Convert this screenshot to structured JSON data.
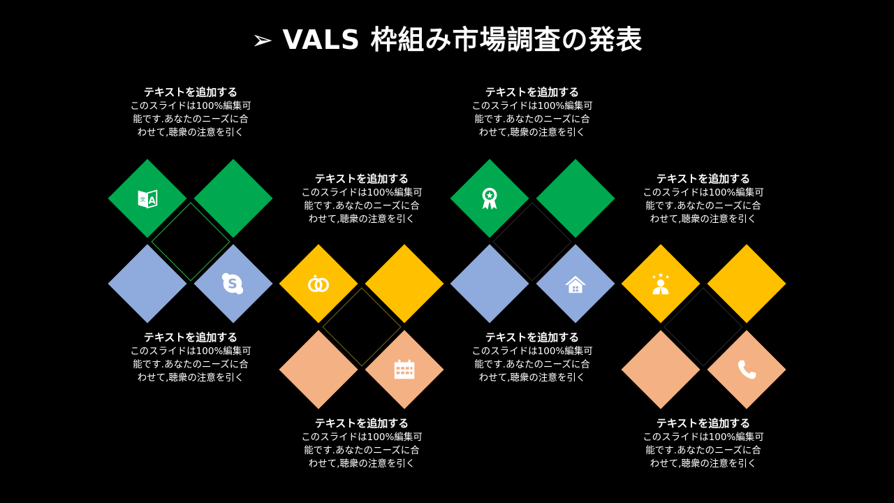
{
  "title": {
    "arrow": "➢",
    "text": "VALS 枠組み市場調査の発表"
  },
  "colors": {
    "green": "#00a84f",
    "blue": "#8faadc",
    "gold": "#ffc000",
    "peach": "#f4b183",
    "background": "#000000"
  },
  "clusters": [
    {
      "top": [
        "green",
        "green"
      ],
      "bottom": [
        "blue",
        "blue"
      ],
      "icons": [
        "translate-icon",
        "skype-icon"
      ]
    },
    {
      "top": [
        "gold",
        "gold"
      ],
      "bottom": [
        "peach",
        "peach"
      ],
      "icons": [
        "rings-icon",
        "calendar-icon"
      ]
    },
    {
      "top": [
        "green",
        "green"
      ],
      "bottom": [
        "blue",
        "blue"
      ],
      "icons": [
        "award-icon",
        "home-icon"
      ]
    },
    {
      "top": [
        "gold",
        "gold"
      ],
      "bottom": [
        "peach",
        "peach"
      ],
      "icons": [
        "star-person-icon",
        "phone-icon"
      ]
    }
  ],
  "text_blocks": [
    {
      "heading": "テキストを追加する",
      "body": "このスライドは100%編集可能です.あなたのニーズに合わせて,聴衆の注意を引く"
    },
    {
      "heading": "テキストを追加する",
      "body": "このスライドは100%編集可能です.あなたのニーズに合わせて,聴衆の注意を引く"
    },
    {
      "heading": "テキストを追加する",
      "body": "このスライドは100%編集可能です.あなたのニーズに合わせて,聴衆の注意を引く"
    },
    {
      "heading": "テキストを追加する",
      "body": "このスライドは100%編集可能です.あなたのニーズに合わせて,聴衆の注意を引く"
    },
    {
      "heading": "テキストを追加する",
      "body": "このスライドは100%編集可能です.あなたのニーズに合わせて,聴衆の注意を引く"
    },
    {
      "heading": "テキストを追加する",
      "body": "このスライドは100%編集可能です.あなたのニーズに合わせて,聴衆の注意を引く"
    },
    {
      "heading": "テキストを追加する",
      "body": "このスライドは100%編集可能です.あなたのニーズに合わせて,聴衆の注意を引く"
    },
    {
      "heading": "テキストを追加する",
      "body": "このスライドは100%編集可能です.あなたのニーズに合わせて,聴衆の注意を引く"
    }
  ]
}
